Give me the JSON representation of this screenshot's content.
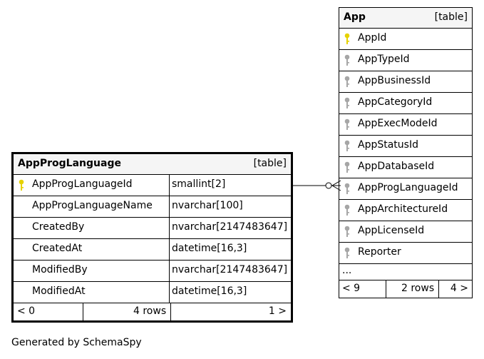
{
  "tables": {
    "app": {
      "name": "App",
      "kind": "[table]",
      "columns": [
        {
          "name": "AppId",
          "key": "primary"
        },
        {
          "name": "AppTypeId",
          "key": "foreign"
        },
        {
          "name": "AppBusinessId",
          "key": "foreign"
        },
        {
          "name": "AppCategoryId",
          "key": "foreign"
        },
        {
          "name": "AppExecModeId",
          "key": "foreign"
        },
        {
          "name": "AppStatusId",
          "key": "foreign"
        },
        {
          "name": "AppDatabaseId",
          "key": "foreign"
        },
        {
          "name": "AppProgLanguageId",
          "key": "foreign"
        },
        {
          "name": "AppArchitectureId",
          "key": "foreign"
        },
        {
          "name": "AppLicenseId",
          "key": "foreign"
        },
        {
          "name": "Reporter",
          "key": "foreign"
        }
      ],
      "ellipsis": "...",
      "footer": {
        "parents": "< 9",
        "rows": "2 rows",
        "children": "4 >"
      }
    },
    "appproglanguage": {
      "name": "AppProgLanguage",
      "kind": "[table]",
      "columns": [
        {
          "name": "AppProgLanguageId",
          "type": "smallint[2]",
          "key": "primary"
        },
        {
          "name": "AppProgLanguageName",
          "type": "nvarchar[100]",
          "key": "none"
        },
        {
          "name": "CreatedBy",
          "type": "nvarchar[2147483647]",
          "key": "none"
        },
        {
          "name": "CreatedAt",
          "type": "datetime[16,3]",
          "key": "none"
        },
        {
          "name": "ModifiedBy",
          "type": "nvarchar[2147483647]",
          "key": "none"
        },
        {
          "name": "ModifiedAt",
          "type": "datetime[16,3]",
          "key": "none"
        }
      ],
      "footer": {
        "parents": "< 0",
        "rows": "4 rows",
        "children": "1 >"
      }
    }
  },
  "colors": {
    "primary_key": "#e6d200",
    "foreign_key": "#a6a6a6",
    "header_bg": "#f5f5f5"
  },
  "caption": "Generated by SchemaSpy"
}
